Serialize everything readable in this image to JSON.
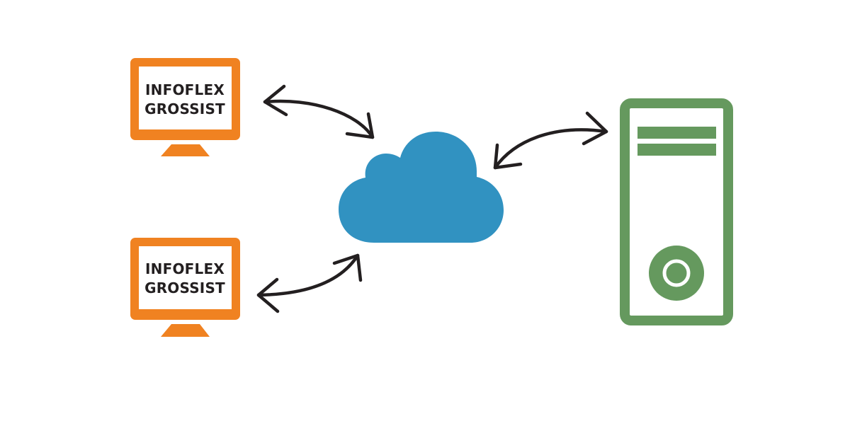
{
  "monitors": [
    {
      "line1": "INFOFLEX",
      "line2": "GROSSIST"
    },
    {
      "line1": "INFOFLEX",
      "line2": "GROSSIST"
    }
  ],
  "icons": {
    "monitor": "monitor-icon",
    "cloud": "cloud-icon",
    "server": "server-tower-icon",
    "arrows": "double-headed-arrow-icon"
  },
  "colors": {
    "monitor": "#f08221",
    "cloud": "#3192c1",
    "server": "#65995e",
    "arrow": "#231f20",
    "label": "#231f20"
  }
}
